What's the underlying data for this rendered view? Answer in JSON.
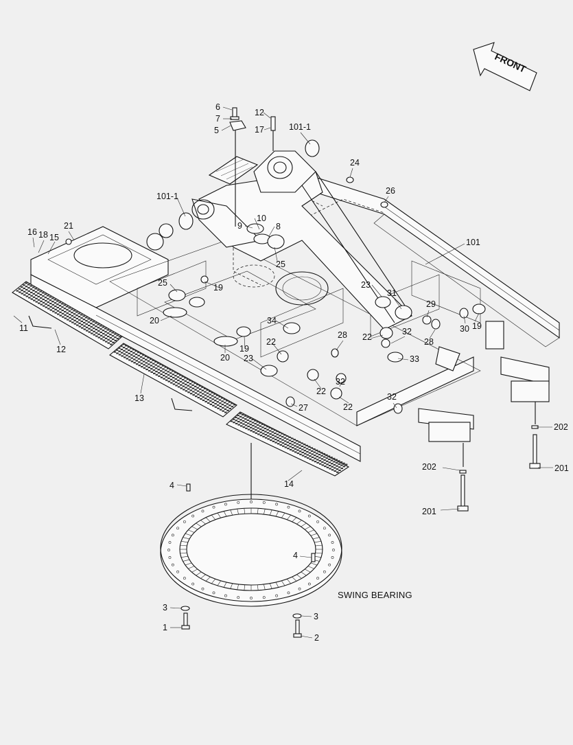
{
  "front_label": "FRONT",
  "swing_bearing_label": "SWING BEARING",
  "callouts": [
    {
      "id": "c6",
      "text": "6"
    },
    {
      "id": "c7",
      "text": "7"
    },
    {
      "id": "c5",
      "text": "5"
    },
    {
      "id": "c12a",
      "text": "12"
    },
    {
      "id": "c17",
      "text": "17"
    },
    {
      "id": "c101-1a",
      "text": "101-1"
    },
    {
      "id": "c24",
      "text": "24"
    },
    {
      "id": "c26",
      "text": "26"
    },
    {
      "id": "c101-1b",
      "text": "101-1"
    },
    {
      "id": "c10",
      "text": "10"
    },
    {
      "id": "c9",
      "text": "9"
    },
    {
      "id": "c8",
      "text": "8"
    },
    {
      "id": "c101",
      "text": "101"
    },
    {
      "id": "c16",
      "text": "16"
    },
    {
      "id": "c18",
      "text": "18"
    },
    {
      "id": "c15",
      "text": "15"
    },
    {
      "id": "c21",
      "text": "21"
    },
    {
      "id": "c25a",
      "text": "25"
    },
    {
      "id": "c25b",
      "text": "25"
    },
    {
      "id": "c19a",
      "text": "19"
    },
    {
      "id": "c23a",
      "text": "23"
    },
    {
      "id": "c31",
      "text": "31"
    },
    {
      "id": "c29",
      "text": "29"
    },
    {
      "id": "c11",
      "text": "11"
    },
    {
      "id": "c20a",
      "text": "20"
    },
    {
      "id": "c34",
      "text": "34"
    },
    {
      "id": "c28a",
      "text": "28"
    },
    {
      "id": "c22a",
      "text": "22"
    },
    {
      "id": "c32a",
      "text": "32"
    },
    {
      "id": "c30",
      "text": "30"
    },
    {
      "id": "c19b",
      "text": "19"
    },
    {
      "id": "c28b",
      "text": "28"
    },
    {
      "id": "c12b",
      "text": "12"
    },
    {
      "id": "c22b",
      "text": "22"
    },
    {
      "id": "c19c",
      "text": "19"
    },
    {
      "id": "c20b",
      "text": "20"
    },
    {
      "id": "c33",
      "text": "33"
    },
    {
      "id": "c23b",
      "text": "23"
    },
    {
      "id": "c13",
      "text": "13"
    },
    {
      "id": "c22c",
      "text": "22"
    },
    {
      "id": "c32b",
      "text": "32"
    },
    {
      "id": "c32c",
      "text": "32"
    },
    {
      "id": "c22d",
      "text": "22"
    },
    {
      "id": "c27",
      "text": "27"
    },
    {
      "id": "c202a",
      "text": "202"
    },
    {
      "id": "c202b",
      "text": "202"
    },
    {
      "id": "c201a",
      "text": "201"
    },
    {
      "id": "c14",
      "text": "14"
    },
    {
      "id": "c4a",
      "text": "4"
    },
    {
      "id": "c201b",
      "text": "201"
    },
    {
      "id": "c4b",
      "text": "4"
    },
    {
      "id": "c3a",
      "text": "3"
    },
    {
      "id": "c3b",
      "text": "3"
    },
    {
      "id": "c1",
      "text": "1"
    },
    {
      "id": "c2",
      "text": "2"
    }
  ]
}
